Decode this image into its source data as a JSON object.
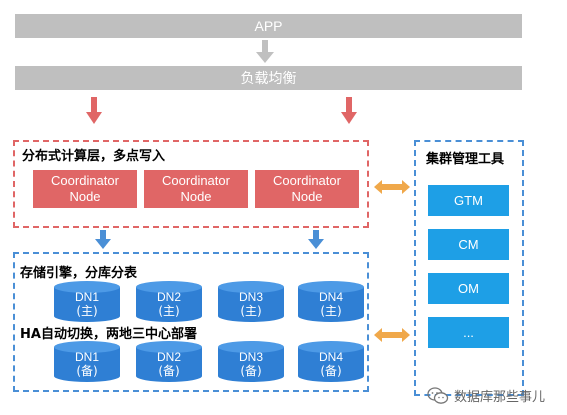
{
  "app": "APP",
  "load_balancer": "负载均衡",
  "compute_layer": {
    "title": "分布式计算层，多点写入",
    "nodes": [
      "Coordinator\nNode",
      "Coordinator\nNode",
      "Coordinator\nNode"
    ]
  },
  "storage_layer": {
    "title": "存储引擎，分库分表",
    "ha_title": "HA自动切换，两地三中心部署",
    "primary": [
      {
        "name": "DN1",
        "role": "(主)"
      },
      {
        "name": "DN2",
        "role": "(主)"
      },
      {
        "name": "DN3",
        "role": "(主)"
      },
      {
        "name": "DN4",
        "role": "(主)"
      }
    ],
    "standby": [
      {
        "name": "DN1",
        "role": "(备)"
      },
      {
        "name": "DN2",
        "role": "(备)"
      },
      {
        "name": "DN3",
        "role": "(备)"
      },
      {
        "name": "DN4",
        "role": "(备)"
      }
    ]
  },
  "cluster_tools": {
    "title": "集群管理工具",
    "items": [
      "GTM",
      "CM",
      "OM",
      "..."
    ]
  },
  "watermark": "数据库那些事儿",
  "colors": {
    "red": "#e06666",
    "blue": "#1e9fe6",
    "cylinder_fill": "#2f7fd4",
    "cylinder_top": "#4d9ae6",
    "arrow_blue": "#4a8fd6",
    "arrow_orange": "#f0a84a",
    "gray": "#bfbfbf"
  }
}
